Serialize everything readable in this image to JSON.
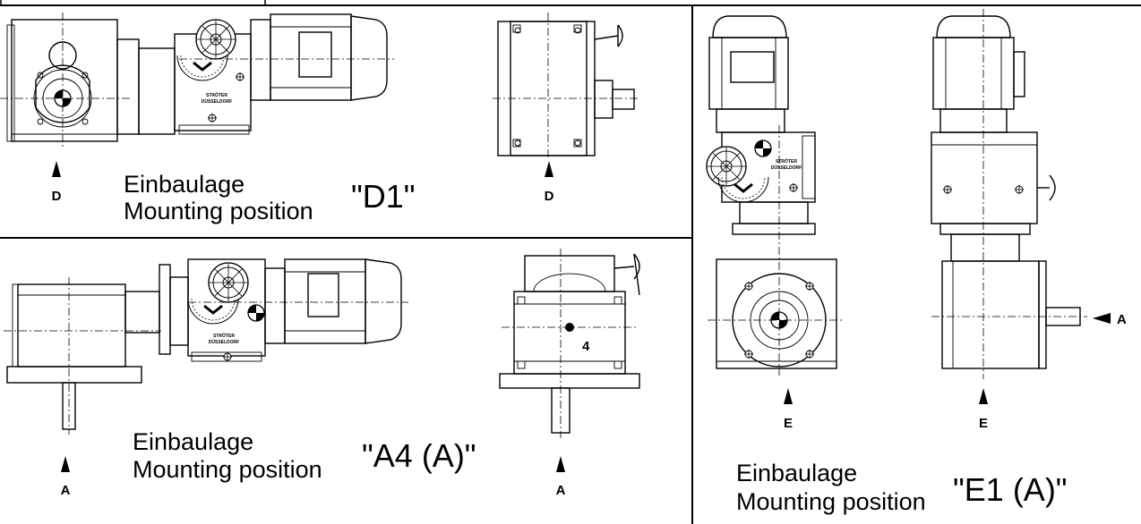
{
  "panels": {
    "d1": {
      "einbaulage": "Einbaulage",
      "mounting": "Mounting position",
      "code": "\"D1\"",
      "arrow_left": "D",
      "arrow_right": "D",
      "brand": "STRÖTER",
      "brand_city": "DÜSSELDORF"
    },
    "a4": {
      "einbaulage": "Einbaulage",
      "mounting": "Mounting position",
      "code": "\"A4 (A)\"",
      "arrow_left": "A",
      "arrow_right": "A",
      "side_number": "4",
      "brand": "STRÖTER",
      "brand_city": "DÜSSELDORF"
    },
    "e1": {
      "einbaulage": "Einbaulage",
      "mounting": "Mounting position",
      "code": "\"E1 (A)\"",
      "arrow_left": "E",
      "arrow_right": "E",
      "arrow_side": "A",
      "brand": "STRÖTER",
      "brand_city": "DÜSSELDORF"
    }
  },
  "icons": {
    "upward_arrow": "arrow-up-icon",
    "left_arrow": "arrow-left-icon",
    "handwheel": "handwheel-icon",
    "center_mark": "center-mark-icon"
  }
}
